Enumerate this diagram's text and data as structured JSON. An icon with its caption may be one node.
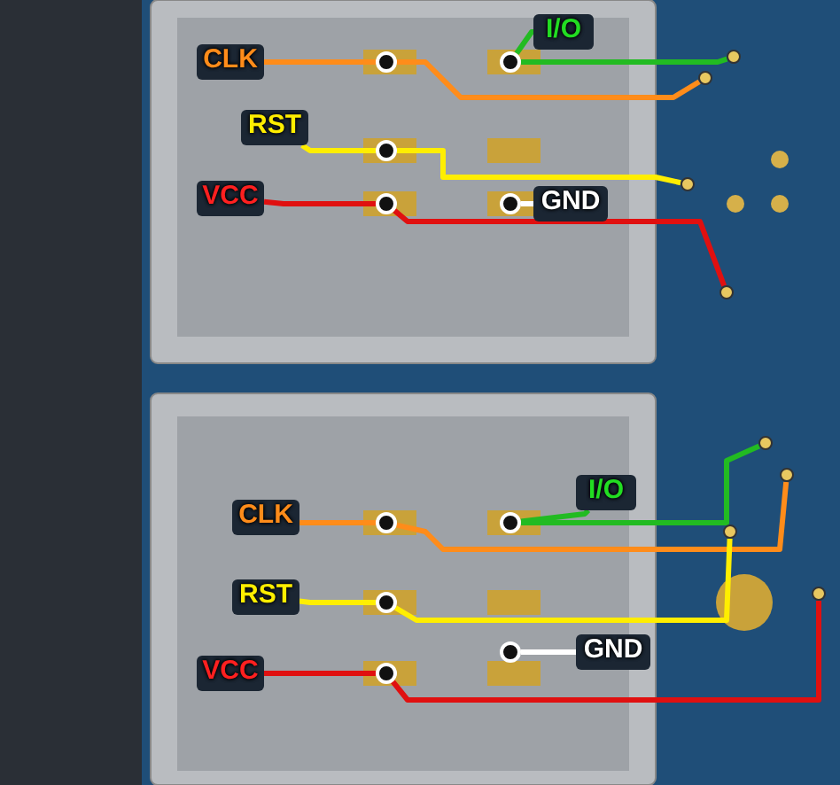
{
  "diagram": {
    "nodes": [
      {
        "text": [
          "CLK"
        ]
      },
      {
        "text": [],
        "shape": "circle"
      },
      {
        "text": [],
        "shape": "circle"
      },
      {
        "text": [
          "I/O"
        ]
      },
      {
        "text": [],
        "shape": "circle"
      },
      {
        "text": [],
        "shape": "circle"
      },
      {
        "text": [
          "RST"
        ]
      },
      {
        "text": [],
        "shape": "circle"
      },
      {
        "text": [],
        "shape": "circle"
      },
      {
        "text": [
          "VCC"
        ]
      },
      {
        "text": [],
        "shape": "circle"
      },
      {
        "text": [],
        "shape": "circle"
      },
      {
        "text": [
          "GND"
        ]
      },
      {
        "text": [],
        "shape": "circle"
      },
      {
        "text": [
          "I/O"
        ]
      },
      {
        "text": [],
        "shape": "circle"
      },
      {
        "text": [],
        "shape": "circle"
      },
      {
        "text": [
          "CLK"
        ]
      },
      {
        "text": [],
        "shape": "circle"
      },
      {
        "text": [],
        "shape": "circle"
      },
      {
        "text": [
          "RST"
        ]
      },
      {
        "text": [],
        "shape": "circle"
      },
      {
        "text": [],
        "shape": "circle"
      },
      {
        "text": [
          "VCC"
        ]
      },
      {
        "text": [],
        "shape": "circle"
      },
      {
        "text": [],
        "shape": "circle"
      },
      {
        "text": [
          "GND"
        ]
      },
      {
        "text": [],
        "shape": "circle"
      }
    ],
    "edges": [
      {
        "from": 0,
        "to": 1,
        "arrow": "none",
        "color": "#ff8c1a"
      },
      {
        "from": 1,
        "to": 2,
        "arrow": "none",
        "color": "#ff8c1a"
      },
      {
        "from": 3,
        "to": 4,
        "arrow": "none",
        "color": "#22bb22"
      },
      {
        "from": 4,
        "to": 5,
        "arrow": "none",
        "color": "#22bb22"
      },
      {
        "from": 6,
        "to": 7,
        "arrow": "none",
        "color": "#ffee00"
      },
      {
        "from": 7,
        "to": 8,
        "arrow": "none",
        "color": "#ffee00"
      },
      {
        "from": 9,
        "to": 10,
        "arrow": "none",
        "color": "#e01010"
      },
      {
        "from": 10,
        "to": 11,
        "arrow": "none",
        "color": "#e01010"
      },
      {
        "from": 12,
        "to": 13,
        "arrow": "none",
        "color": "#ffffff"
      },
      {
        "from": 14,
        "to": 15,
        "arrow": "none",
        "color": "#22bb22"
      },
      {
        "from": 15,
        "to": 16,
        "arrow": "none",
        "color": "#22bb22"
      },
      {
        "from": 17,
        "to": 18,
        "arrow": "none",
        "color": "#ff8c1a"
      },
      {
        "from": 18,
        "to": 19,
        "arrow": "none",
        "color": "#ff8c1a"
      },
      {
        "from": 20,
        "to": 21,
        "arrow": "none",
        "color": "#ffee00"
      },
      {
        "from": 21,
        "to": 22,
        "arrow": "none",
        "color": "#ffee00"
      },
      {
        "from": 23,
        "to": 24,
        "arrow": "none",
        "color": "#e01010"
      },
      {
        "from": 24,
        "to": 25,
        "arrow": "none",
        "color": "#e01010"
      },
      {
        "from": 26,
        "to": 27,
        "arrow": "none",
        "color": "#ffffff"
      }
    ]
  }
}
